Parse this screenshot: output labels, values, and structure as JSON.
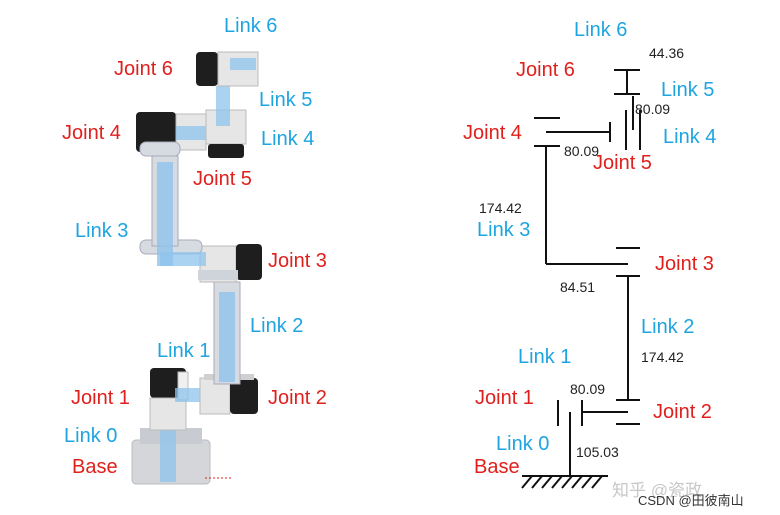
{
  "left_labels": {
    "link6": "Link 6",
    "joint6": "Joint 6",
    "link5": "Link 5",
    "joint4": "Joint 4",
    "link4": "Link 4",
    "joint5": "Joint 5",
    "link3": "Link 3",
    "joint3": "Joint 3",
    "link2": "Link 2",
    "link1": "Link 1",
    "joint1": "Joint 1",
    "joint2": "Joint 2",
    "link0": "Link 0",
    "base": "Base"
  },
  "right_labels": {
    "link6": "Link 6",
    "joint6": "Joint 6",
    "link5": "Link 5",
    "joint4": "Joint 4",
    "link4": "Link 4",
    "joint5": "Joint 5",
    "link3": "Link 3",
    "joint3": "Joint 3",
    "link2": "Link 2",
    "link1": "Link 1",
    "joint1": "Joint 1",
    "joint2": "Joint 2",
    "link0": "Link 0",
    "base": "Base"
  },
  "dimensions": {
    "d_top": "44.36",
    "d_link5": "80.09",
    "d_joint4": "80.09",
    "d_link3": "174.42",
    "d_joint3": "84.51",
    "d_link2": "174.42",
    "d_joint1": "80.09",
    "d_base": "105.03"
  },
  "watermark": {
    "zhihu": "知乎 @瓷政",
    "csdn": "CSDN @田彼南山"
  },
  "colors": {
    "joint_label": "#e0201c",
    "link_label": "#1ea4e0",
    "link_highlight": "#8ec3ec",
    "motor_dark": "#1e1e1e",
    "motor_light": "#e6e6e6",
    "tube": "#d6dbe2"
  }
}
